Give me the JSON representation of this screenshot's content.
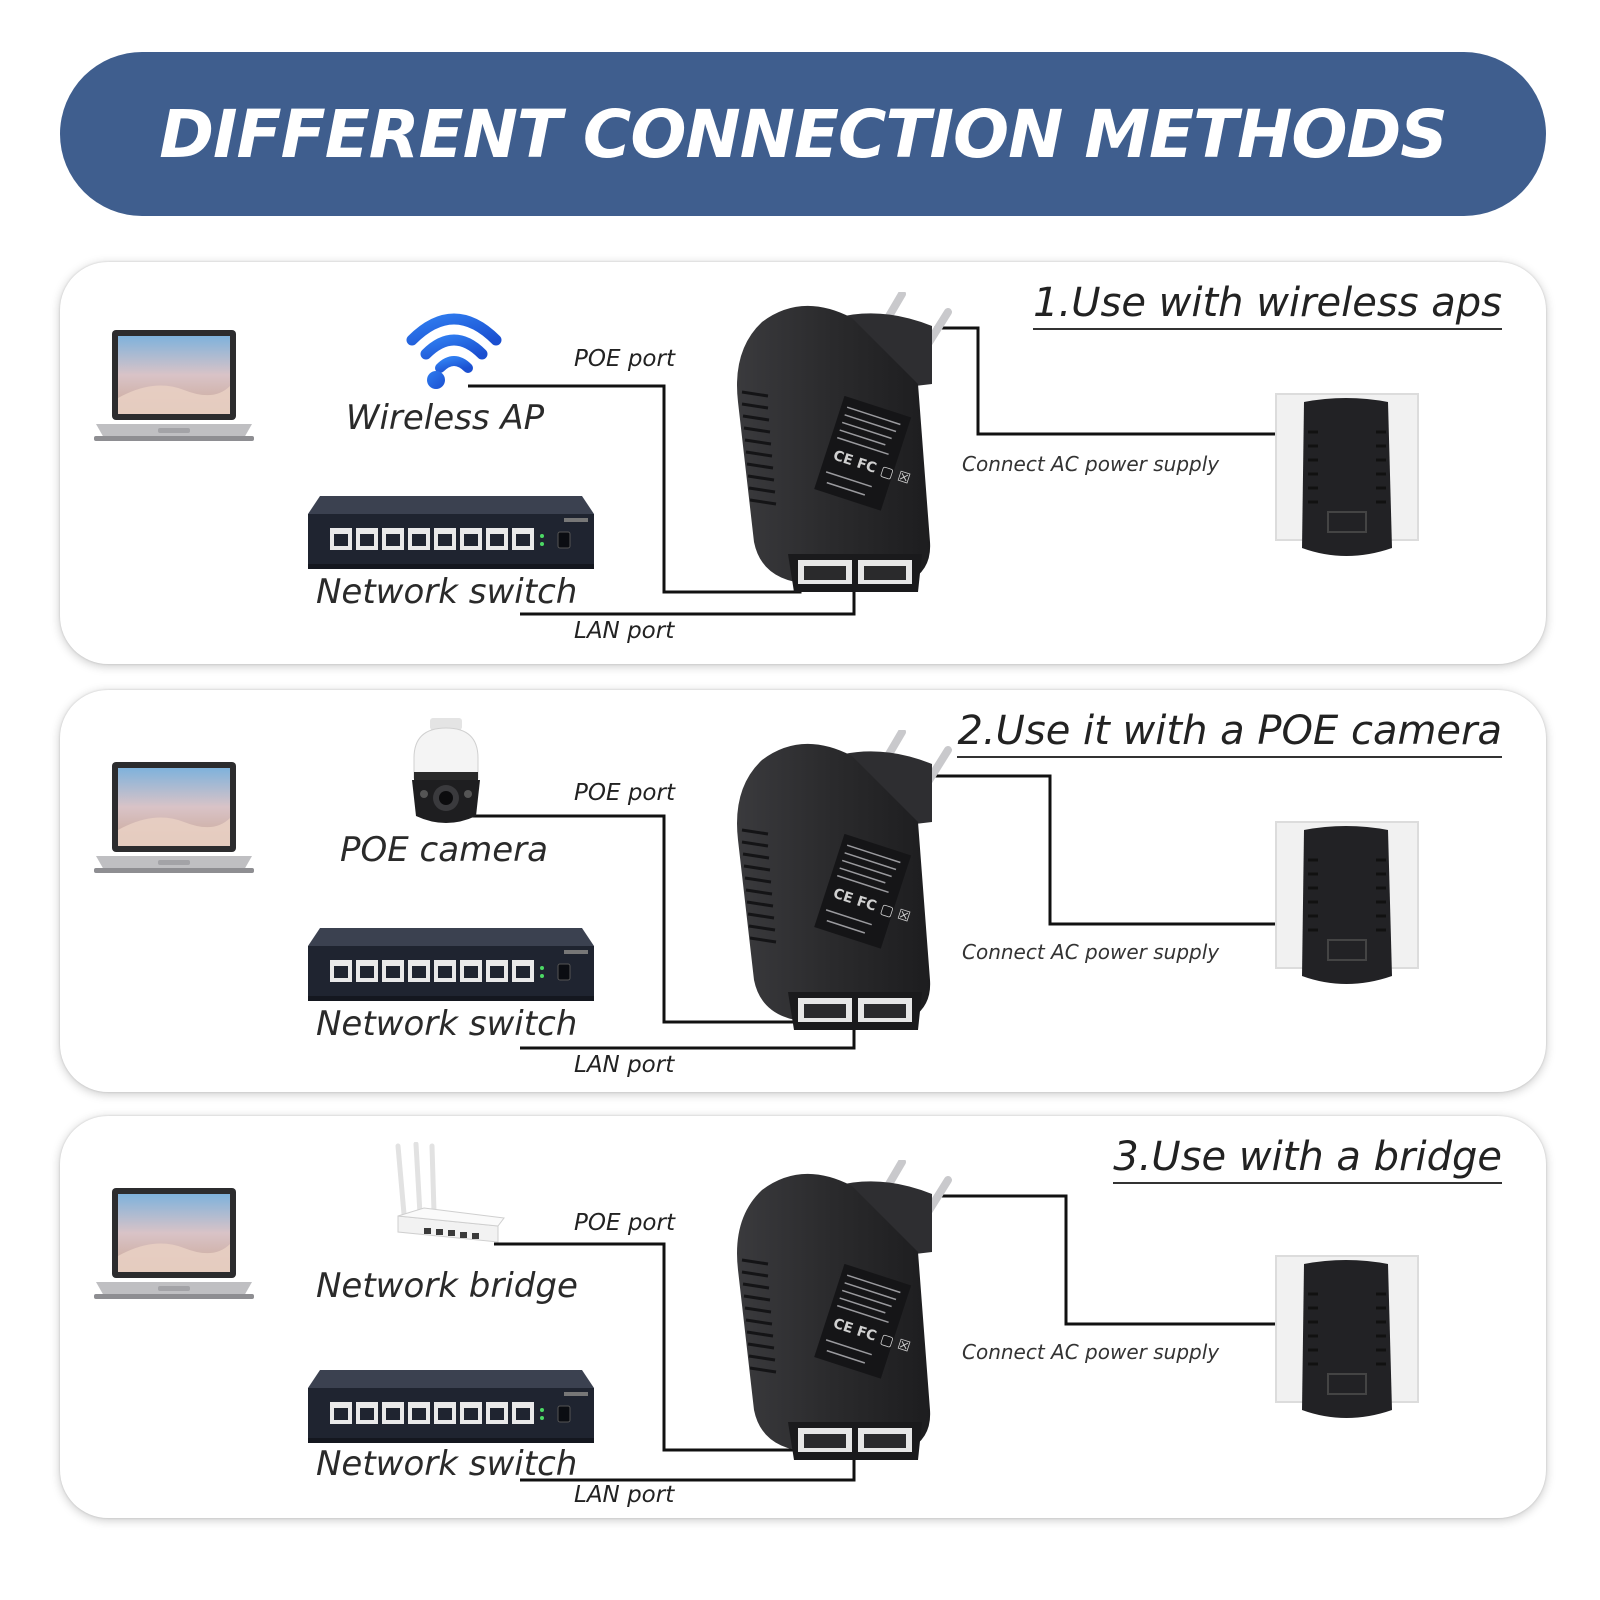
{
  "header": {
    "title": "DIFFERENT CONNECTION METHODS"
  },
  "colors": {
    "banner": "#3f5e8e",
    "wire": "#111111",
    "device": "#2a2a2c"
  },
  "sections": [
    {
      "title": "1.Use with wireless aps",
      "device_label": "Wireless AP",
      "device_icon": "wifi-icon",
      "switch_label": "Network switch",
      "poe_port_label": "POE port",
      "lan_port_label": "LAN port",
      "ac_label": "Connect AC power supply"
    },
    {
      "title": "2.Use it with a POE camera",
      "device_label": "POE camera",
      "device_icon": "camera-icon",
      "switch_label": "Network switch",
      "poe_port_label": "POE port",
      "lan_port_label": "LAN port",
      "ac_label": "Connect AC power supply"
    },
    {
      "title": "3.Use with a bridge",
      "device_label": "Network bridge",
      "device_icon": "router-icon",
      "switch_label": "Network switch",
      "poe_port_label": "POE port",
      "lan_port_label": "LAN port",
      "ac_label": "Connect AC power supply"
    }
  ]
}
